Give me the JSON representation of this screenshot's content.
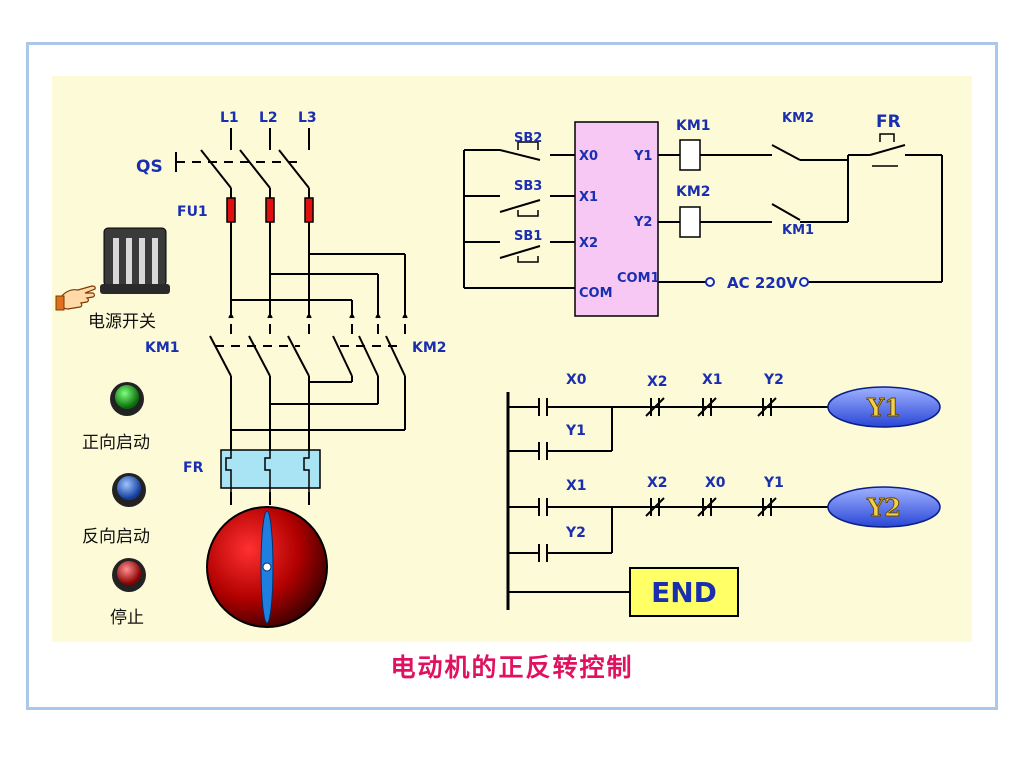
{
  "caption": "电动机的正反转控制",
  "power": {
    "lines": [
      "L1",
      "L2",
      "L3"
    ],
    "switch": "QS",
    "fuse": "FU1",
    "switch_label": "电源开关",
    "contactor_forward": "KM1",
    "contactor_reverse": "KM2",
    "overload": "FR"
  },
  "buttons": [
    {
      "label": "正向启动",
      "color": "#1a8f1a"
    },
    {
      "label": "反向启动",
      "color": "#2a5fd0"
    },
    {
      "label": "停止",
      "color": "#d01a1a"
    }
  ],
  "plc": {
    "inputs": [
      {
        "button": "SB2",
        "terminal": "X0"
      },
      {
        "button": "SB3",
        "terminal": "X1"
      },
      {
        "button": "SB1",
        "terminal": "X2"
      }
    ],
    "common": "COM",
    "outputs": [
      {
        "terminal": "Y1",
        "coil": "KM1",
        "interlock": "KM2"
      },
      {
        "terminal": "Y2",
        "coil": "KM2",
        "interlock": "KM1"
      }
    ],
    "output_common": "COM1",
    "supply": "AC 220V",
    "overload": "FR"
  },
  "ladder": {
    "rung1": {
      "contact": "X0",
      "seal": "Y1",
      "nc": [
        "X2",
        "X1",
        "Y2"
      ],
      "coil": "Y1"
    },
    "rung2": {
      "contact": "X1",
      "seal": "Y2",
      "nc": [
        "X2",
        "X0",
        "Y1"
      ],
      "coil": "Y2"
    },
    "end": "END"
  },
  "colors": {
    "panel": "#fdfbd7",
    "plc_box": "#f6c8f3",
    "label_blue": "#1a2fb0",
    "fuse": "#e01010",
    "overload_box": "#a8e4f4",
    "caption": "#e0115f"
  }
}
